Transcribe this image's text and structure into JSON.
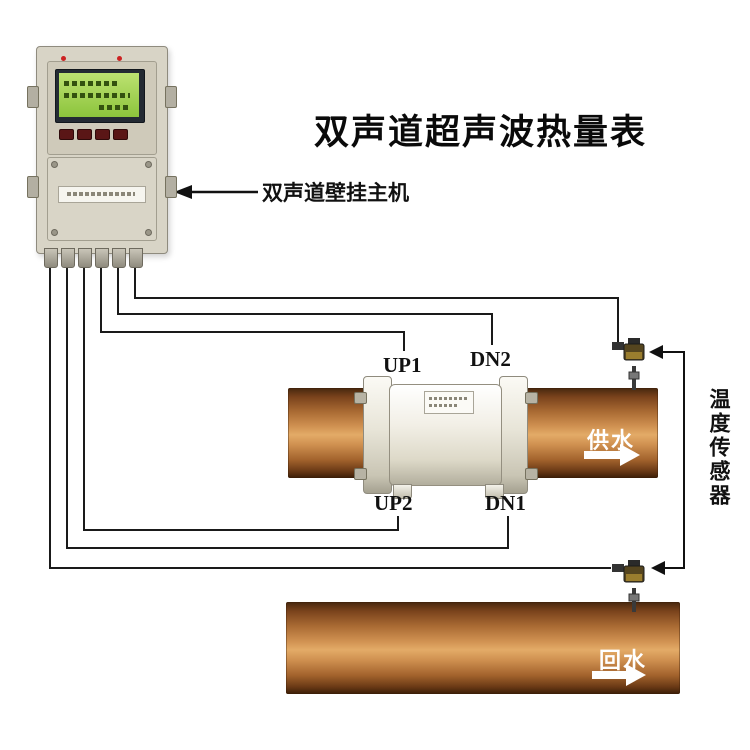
{
  "title": "双声道超声波热量表",
  "host": {
    "label": "双声道壁挂主机"
  },
  "flow_meter": {
    "up1": "UP1",
    "dn2": "DN2",
    "up2": "UP2",
    "dn1": "DN1"
  },
  "pipes": {
    "supply": "供水",
    "return": "回水"
  },
  "temperature_sensor": {
    "label": "温度传感器"
  },
  "colors": {
    "copper_light": "#e3ab67",
    "copper_dark": "#46270e",
    "lcd_green": "#8cc43c",
    "device_body": "#d8d4c6",
    "wire": "#1a1a1a",
    "accent_red": "#cc2222",
    "arrow_white": "#ffffff"
  }
}
